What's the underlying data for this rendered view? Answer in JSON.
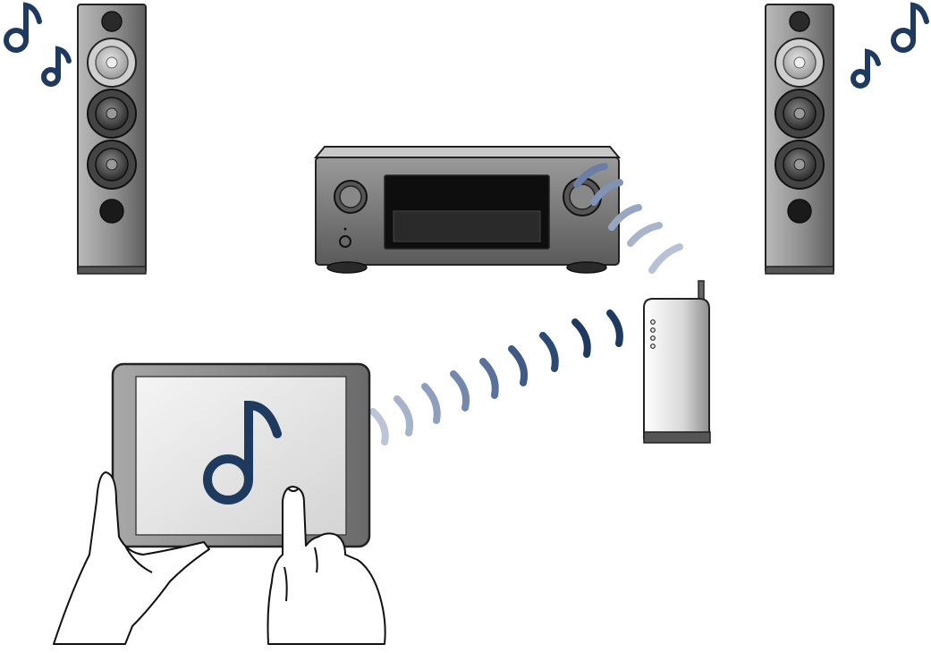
{
  "scene": {
    "description_items": [
      {
        "id": "left-speaker",
        "icon": "floor-speaker-icon"
      },
      {
        "id": "right-speaker",
        "icon": "floor-speaker-icon"
      },
      {
        "id": "receiver",
        "icon": "av-receiver-icon"
      },
      {
        "id": "router",
        "icon": "wireless-router-icon"
      },
      {
        "id": "tablet",
        "icon": "tablet-music-icon"
      }
    ],
    "music_notes": [
      "music-note-icon"
    ],
    "colors": {
      "note": "#1e3a5f",
      "wave_dark": "#1e3a5f",
      "wave_mid": "#6a7fa3",
      "wave_light": "#b8c2d6",
      "speaker_body": "#8c8c8c",
      "receiver_body": "#7a7a7a"
    }
  }
}
